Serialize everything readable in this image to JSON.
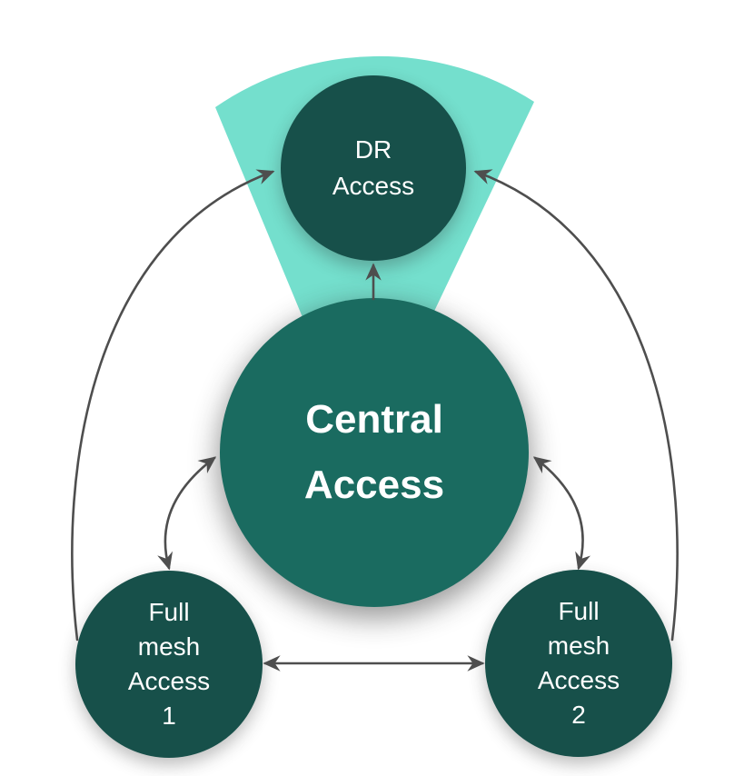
{
  "diagram": {
    "colors": {
      "background": "#FFFFFF",
      "wedge": "#74DFCD",
      "dark_node": "#17504A",
      "central_node": "#1A6B60",
      "arrow": "#4E4E4E",
      "label": "#FFFFFF"
    },
    "nodes": [
      {
        "id": "dr-access",
        "label_lines": [
          "DR",
          "Access"
        ]
      },
      {
        "id": "central-access",
        "label_lines": [
          "Central",
          "Access"
        ]
      },
      {
        "id": "full-mesh-access-1",
        "label_lines": [
          "Full",
          "mesh",
          "Access",
          "1"
        ]
      },
      {
        "id": "full-mesh-access-2",
        "label_lines": [
          "Full",
          "mesh",
          "Access",
          "2"
        ]
      }
    ],
    "edges": [
      {
        "from": "central-access",
        "to": "dr-access",
        "direction": "one-way"
      },
      {
        "from": "full-mesh-access-1",
        "to": "dr-access",
        "direction": "one-way"
      },
      {
        "from": "full-mesh-access-2",
        "to": "dr-access",
        "direction": "one-way"
      },
      {
        "from": "central-access",
        "to": "full-mesh-access-1",
        "direction": "two-way"
      },
      {
        "from": "central-access",
        "to": "full-mesh-access-2",
        "direction": "two-way"
      },
      {
        "from": "full-mesh-access-1",
        "to": "full-mesh-access-2",
        "direction": "two-way"
      }
    ]
  }
}
